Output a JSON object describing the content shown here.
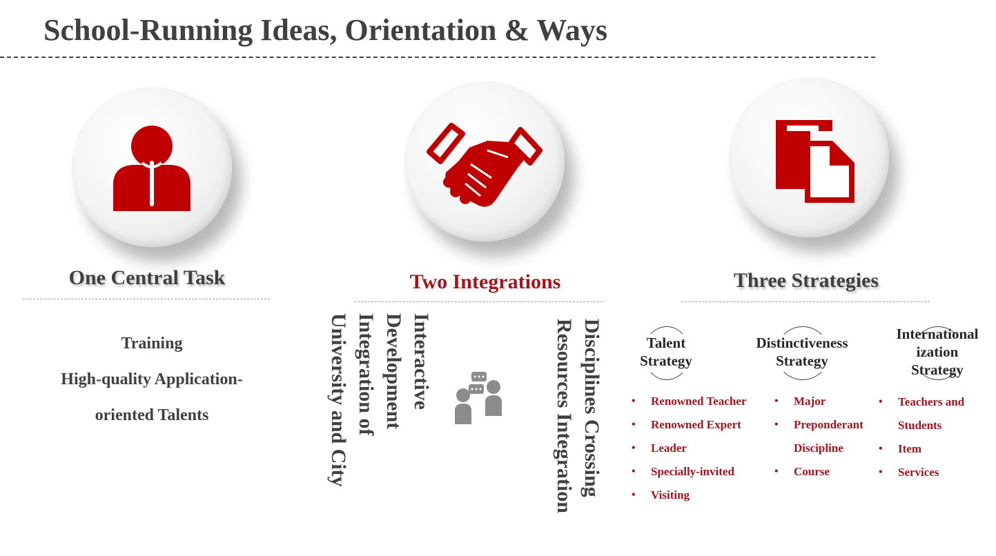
{
  "title": "School-Running Ideas, Orientation & Ways",
  "colors": {
    "accent": "#a8131b",
    "text": "#404040"
  },
  "sections": [
    {
      "heading": "One Central Task",
      "icon": "person-icon",
      "lines": [
        "Training",
        "High-quality Application-",
        "oriented Talents"
      ]
    },
    {
      "heading": "Two Integrations",
      "icon": "handshake-icon",
      "left_vertical": [
        "Interactive",
        "Development",
        "Integration of",
        "University and City"
      ],
      "right_vertical": [
        "Disciplines Crossing",
        "Resources Integration"
      ],
      "center_icon": "people-talking-icon"
    },
    {
      "heading": "Three Strategies",
      "icon": "documents-icon",
      "strategies": [
        {
          "label_lines": [
            "Talent",
            "Strategy"
          ],
          "items": [
            "Renowned Teacher",
            "Renowned Expert",
            "Leader",
            "Specially-invited",
            "Visiting"
          ]
        },
        {
          "label_lines": [
            "Distinctiveness",
            "Strategy"
          ],
          "items": [
            "Major",
            "Preponderant",
            "Discipline",
            "Course"
          ]
        },
        {
          "label_lines": [
            "International",
            "ization",
            "Strategy"
          ],
          "items": [
            "Teachers and",
            "Students",
            "Item",
            "Services"
          ]
        }
      ]
    }
  ]
}
